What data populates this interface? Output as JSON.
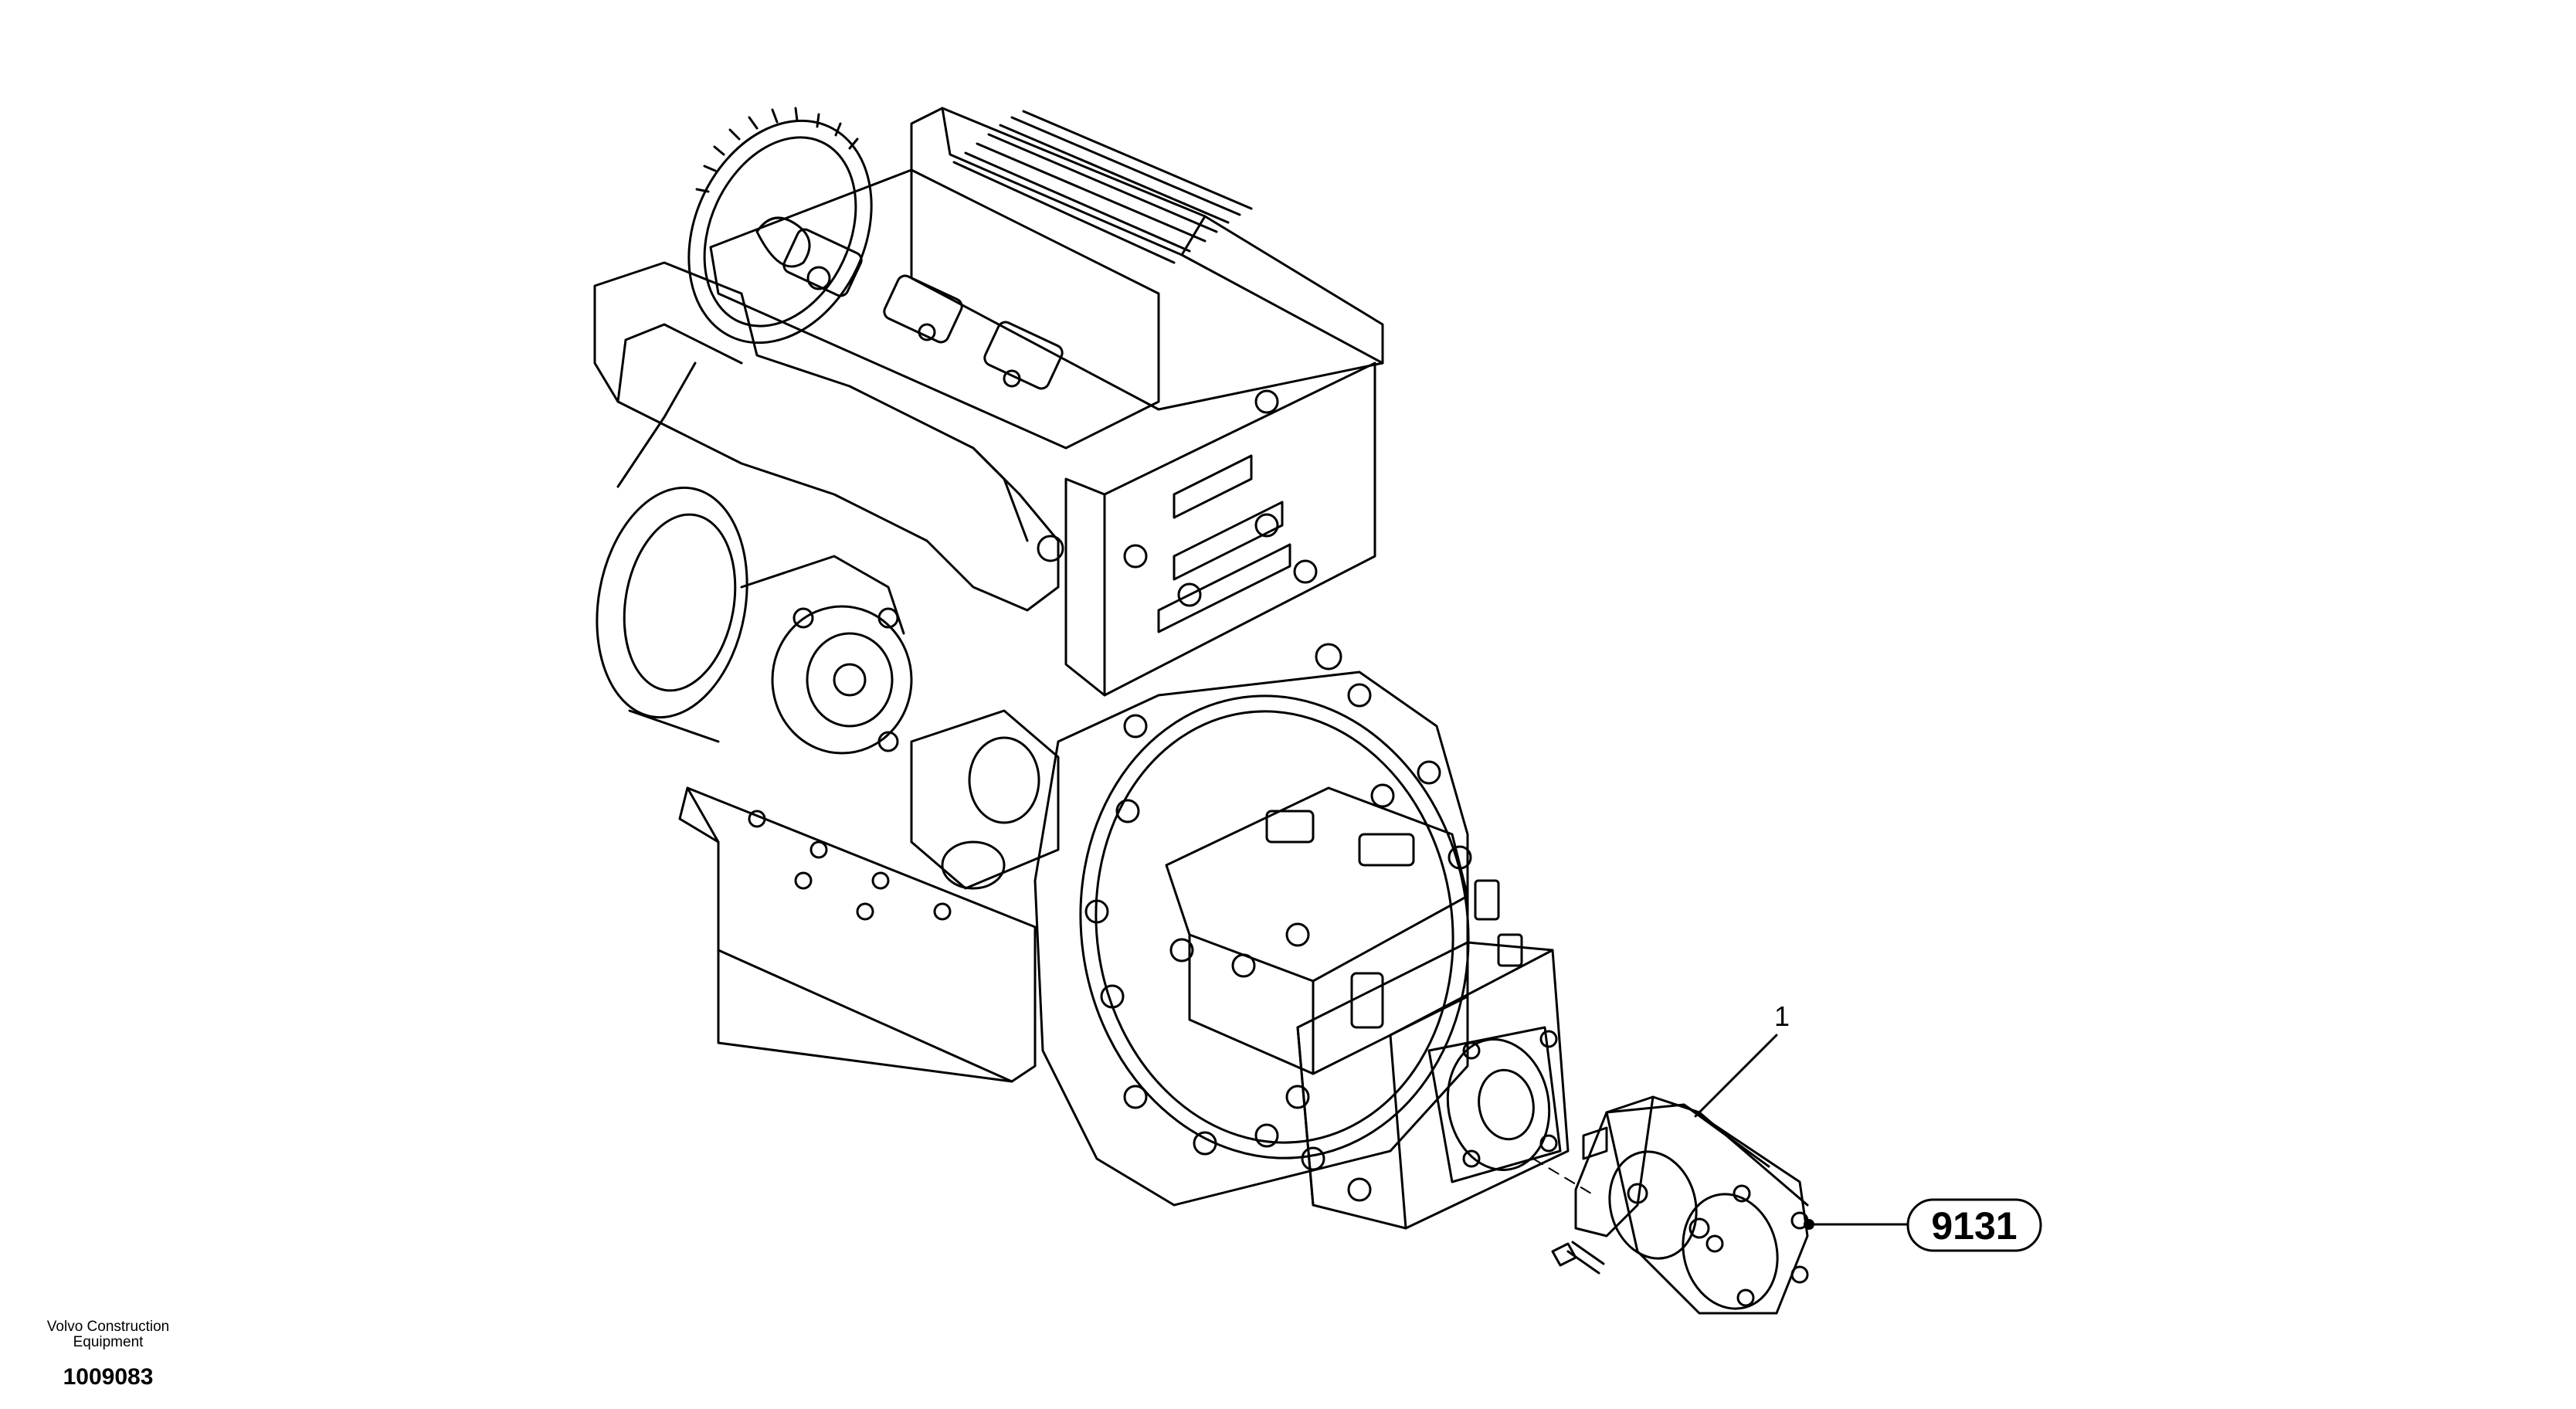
{
  "diagram": {
    "item_label": "1",
    "callout_label": "9131",
    "footer": {
      "company_line1": "Volvo Construction",
      "company_line2": "Equipment",
      "document_number": "1009083"
    }
  }
}
